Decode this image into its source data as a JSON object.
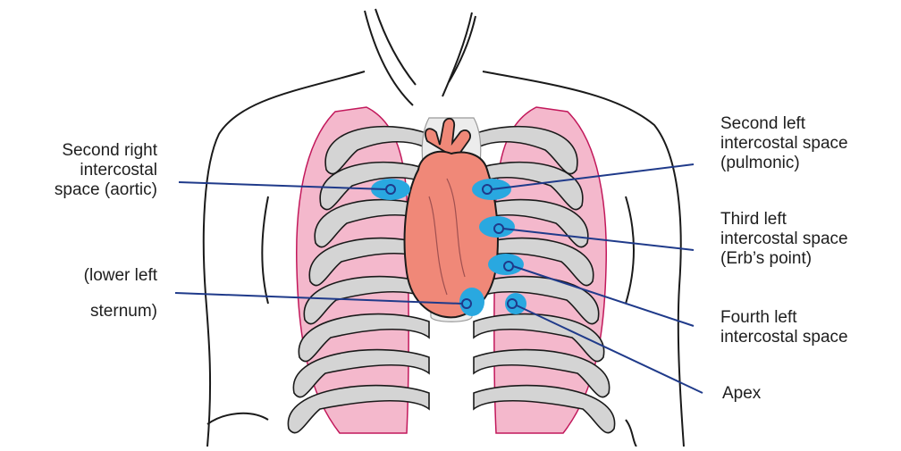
{
  "labels": {
    "second_right": [
      "Second right",
      "intercostal",
      "space (aortic)"
    ],
    "lower_left_sternum": [
      "(lower left",
      "sternum)"
    ],
    "second_left": [
      "Second left",
      "intercostal space",
      "(pulmonic)"
    ],
    "third_left": [
      "Third left",
      "intercostal space",
      "(Erb’s point)"
    ],
    "fourth_left": [
      "Fourth left",
      "intercostal space"
    ],
    "apex": [
      "Apex"
    ]
  },
  "colors": {
    "outline": "#1a1a1a",
    "rib_fill": "#d4d4d4",
    "lung_fill": "#f4b8cc",
    "lung_edge": "#c2185b",
    "heart_fill": "#f08878",
    "marker_fill": "#29a8e0",
    "leader_line": "#1f3a8a"
  },
  "icons": {
    "marker": "auscultation-point-icon"
  }
}
